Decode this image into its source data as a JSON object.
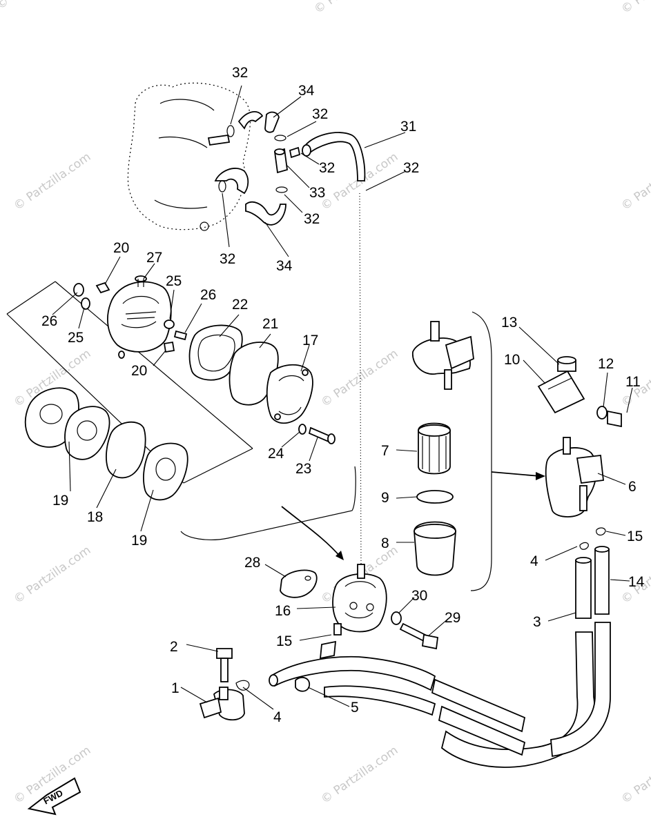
{
  "watermark": "© Partzilla.com",
  "fwd_label": "FWD",
  "callouts": {
    "c1": "1",
    "c2": "2",
    "c3": "3",
    "c4a": "4",
    "c4b": "4",
    "c5": "5",
    "c6": "6",
    "c7": "7",
    "c8": "8",
    "c9": "9",
    "c10": "10",
    "c11": "11",
    "c12": "12",
    "c13": "13",
    "c14": "14",
    "c15a": "15",
    "c15b": "15",
    "c16": "16",
    "c17": "17",
    "c18": "18",
    "c19a": "19",
    "c19b": "19",
    "c20a": "20",
    "c20b": "20",
    "c21": "21",
    "c22": "22",
    "c23": "23",
    "c24": "24",
    "c25a": "25",
    "c25b": "25",
    "c26a": "26",
    "c26b": "26",
    "c27": "27",
    "c28": "28",
    "c29": "29",
    "c30": "30",
    "c31": "31",
    "c32a": "32",
    "c32b": "32",
    "c32c": "32",
    "c32d": "32",
    "c32e": "32",
    "c32f": "32",
    "c33": "33",
    "c34a": "34",
    "c34b": "34"
  }
}
